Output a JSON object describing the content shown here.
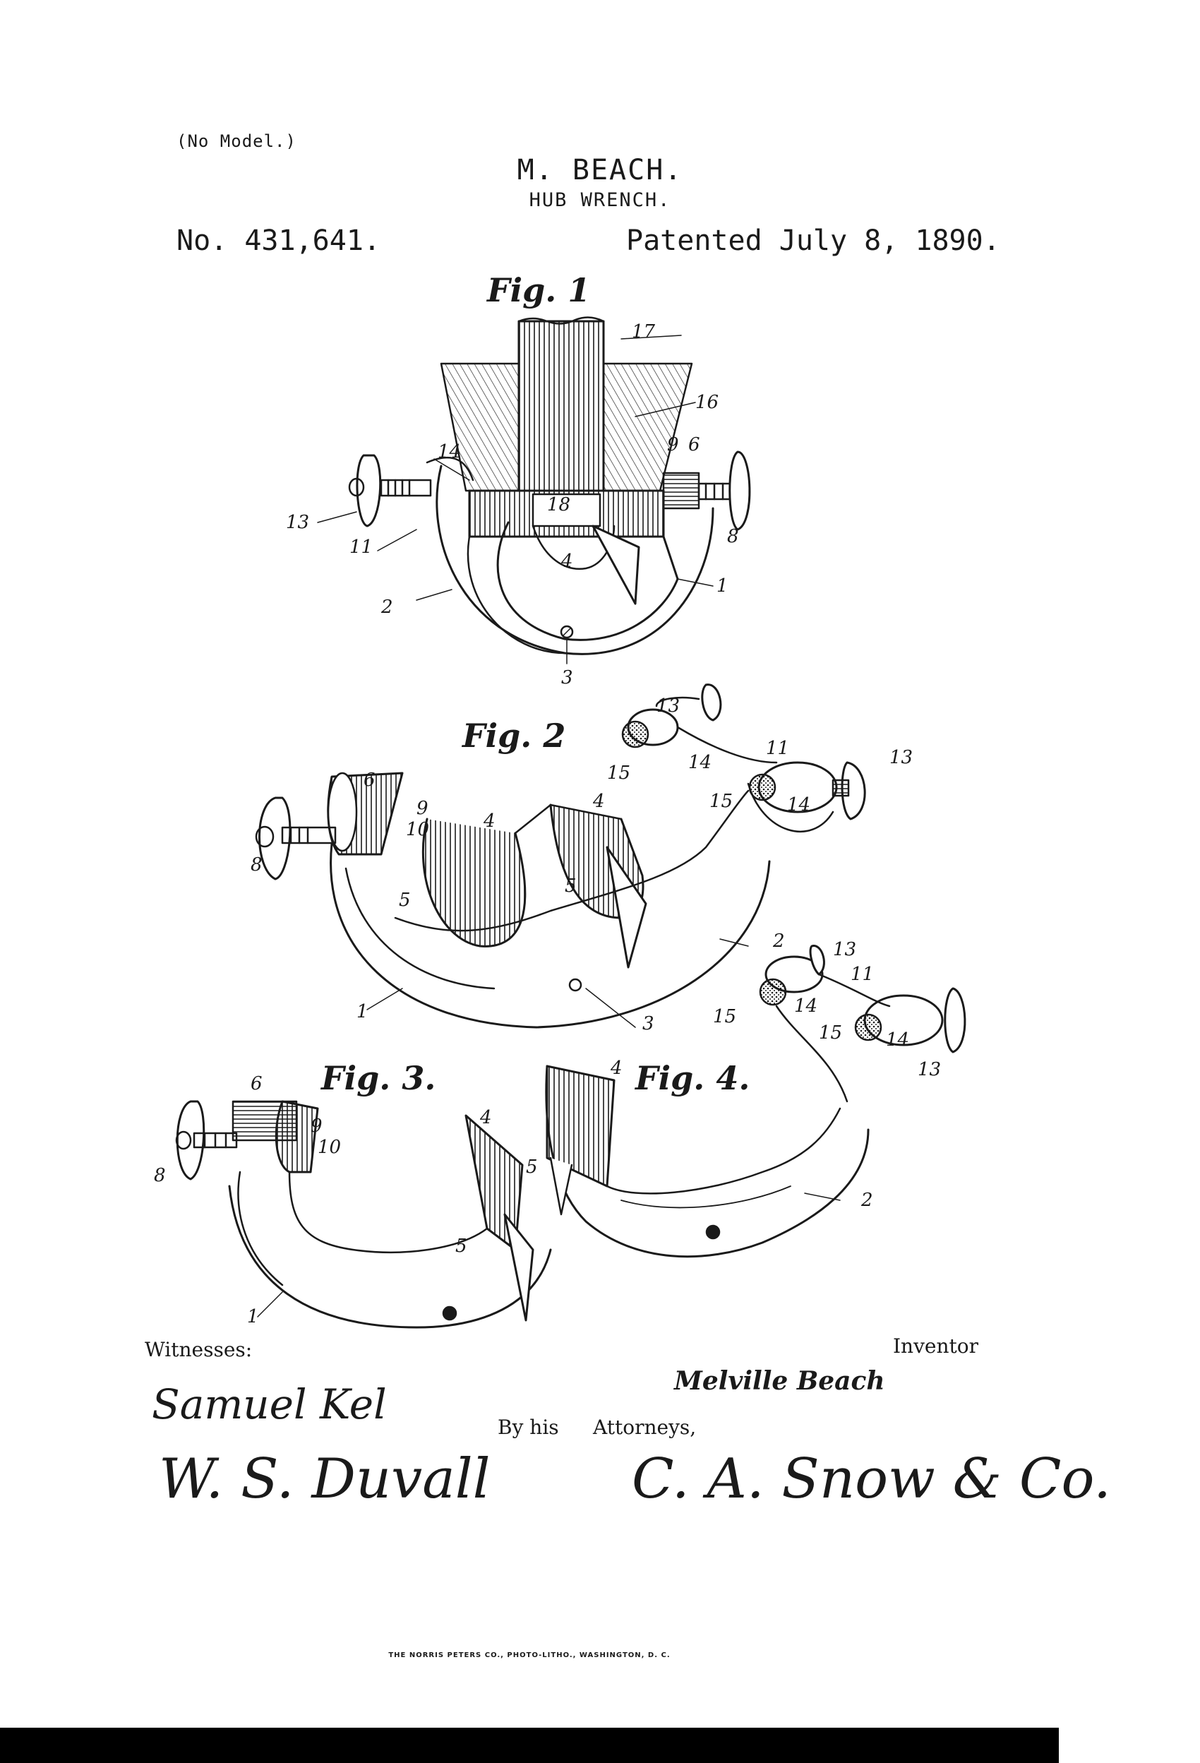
{
  "header": {
    "model_note": "(No Model.)",
    "inventor_surname": "M. BEACH.",
    "invention_title": "HUB WRENCH.",
    "patent_number": "No. 431,641.",
    "patent_date": "Patented July 8, 1890."
  },
  "figures": {
    "fig1": {
      "label": "Fig. 1",
      "refs": [
        "17",
        "16",
        "14",
        "9",
        "6",
        "13",
        "11",
        "18",
        "8",
        "4",
        "1",
        "2",
        "3"
      ]
    },
    "fig2": {
      "label": "Fig. 2",
      "refs": [
        "13",
        "15",
        "14",
        "11",
        "13",
        "6",
        "9",
        "10",
        "4",
        "4",
        "15",
        "14",
        "8",
        "5",
        "5",
        "2",
        "1",
        "3"
      ]
    },
    "fig3": {
      "label": "Fig. 3.",
      "refs": [
        "6",
        "9",
        "10",
        "8",
        "4",
        "5",
        "1"
      ]
    },
    "fig4": {
      "label": "Fig. 4.",
      "refs": [
        "13",
        "11",
        "14",
        "15",
        "15",
        "14",
        "13",
        "4",
        "5",
        "2"
      ]
    }
  },
  "signatures": {
    "witnesses_label": "Witnesses:",
    "inventor_label": "Inventor",
    "inventor_name": "Melville Beach",
    "witness1": "Samuel Kel",
    "witness2": "W. S. Duvall",
    "by_label": "By his",
    "attorneys_label": "Attorneys,",
    "attorney": "C. A. Snow & Co."
  },
  "printer": "THE NORRIS PETERS CO., PHOTO-LITHO., WASHINGTON, D. C."
}
